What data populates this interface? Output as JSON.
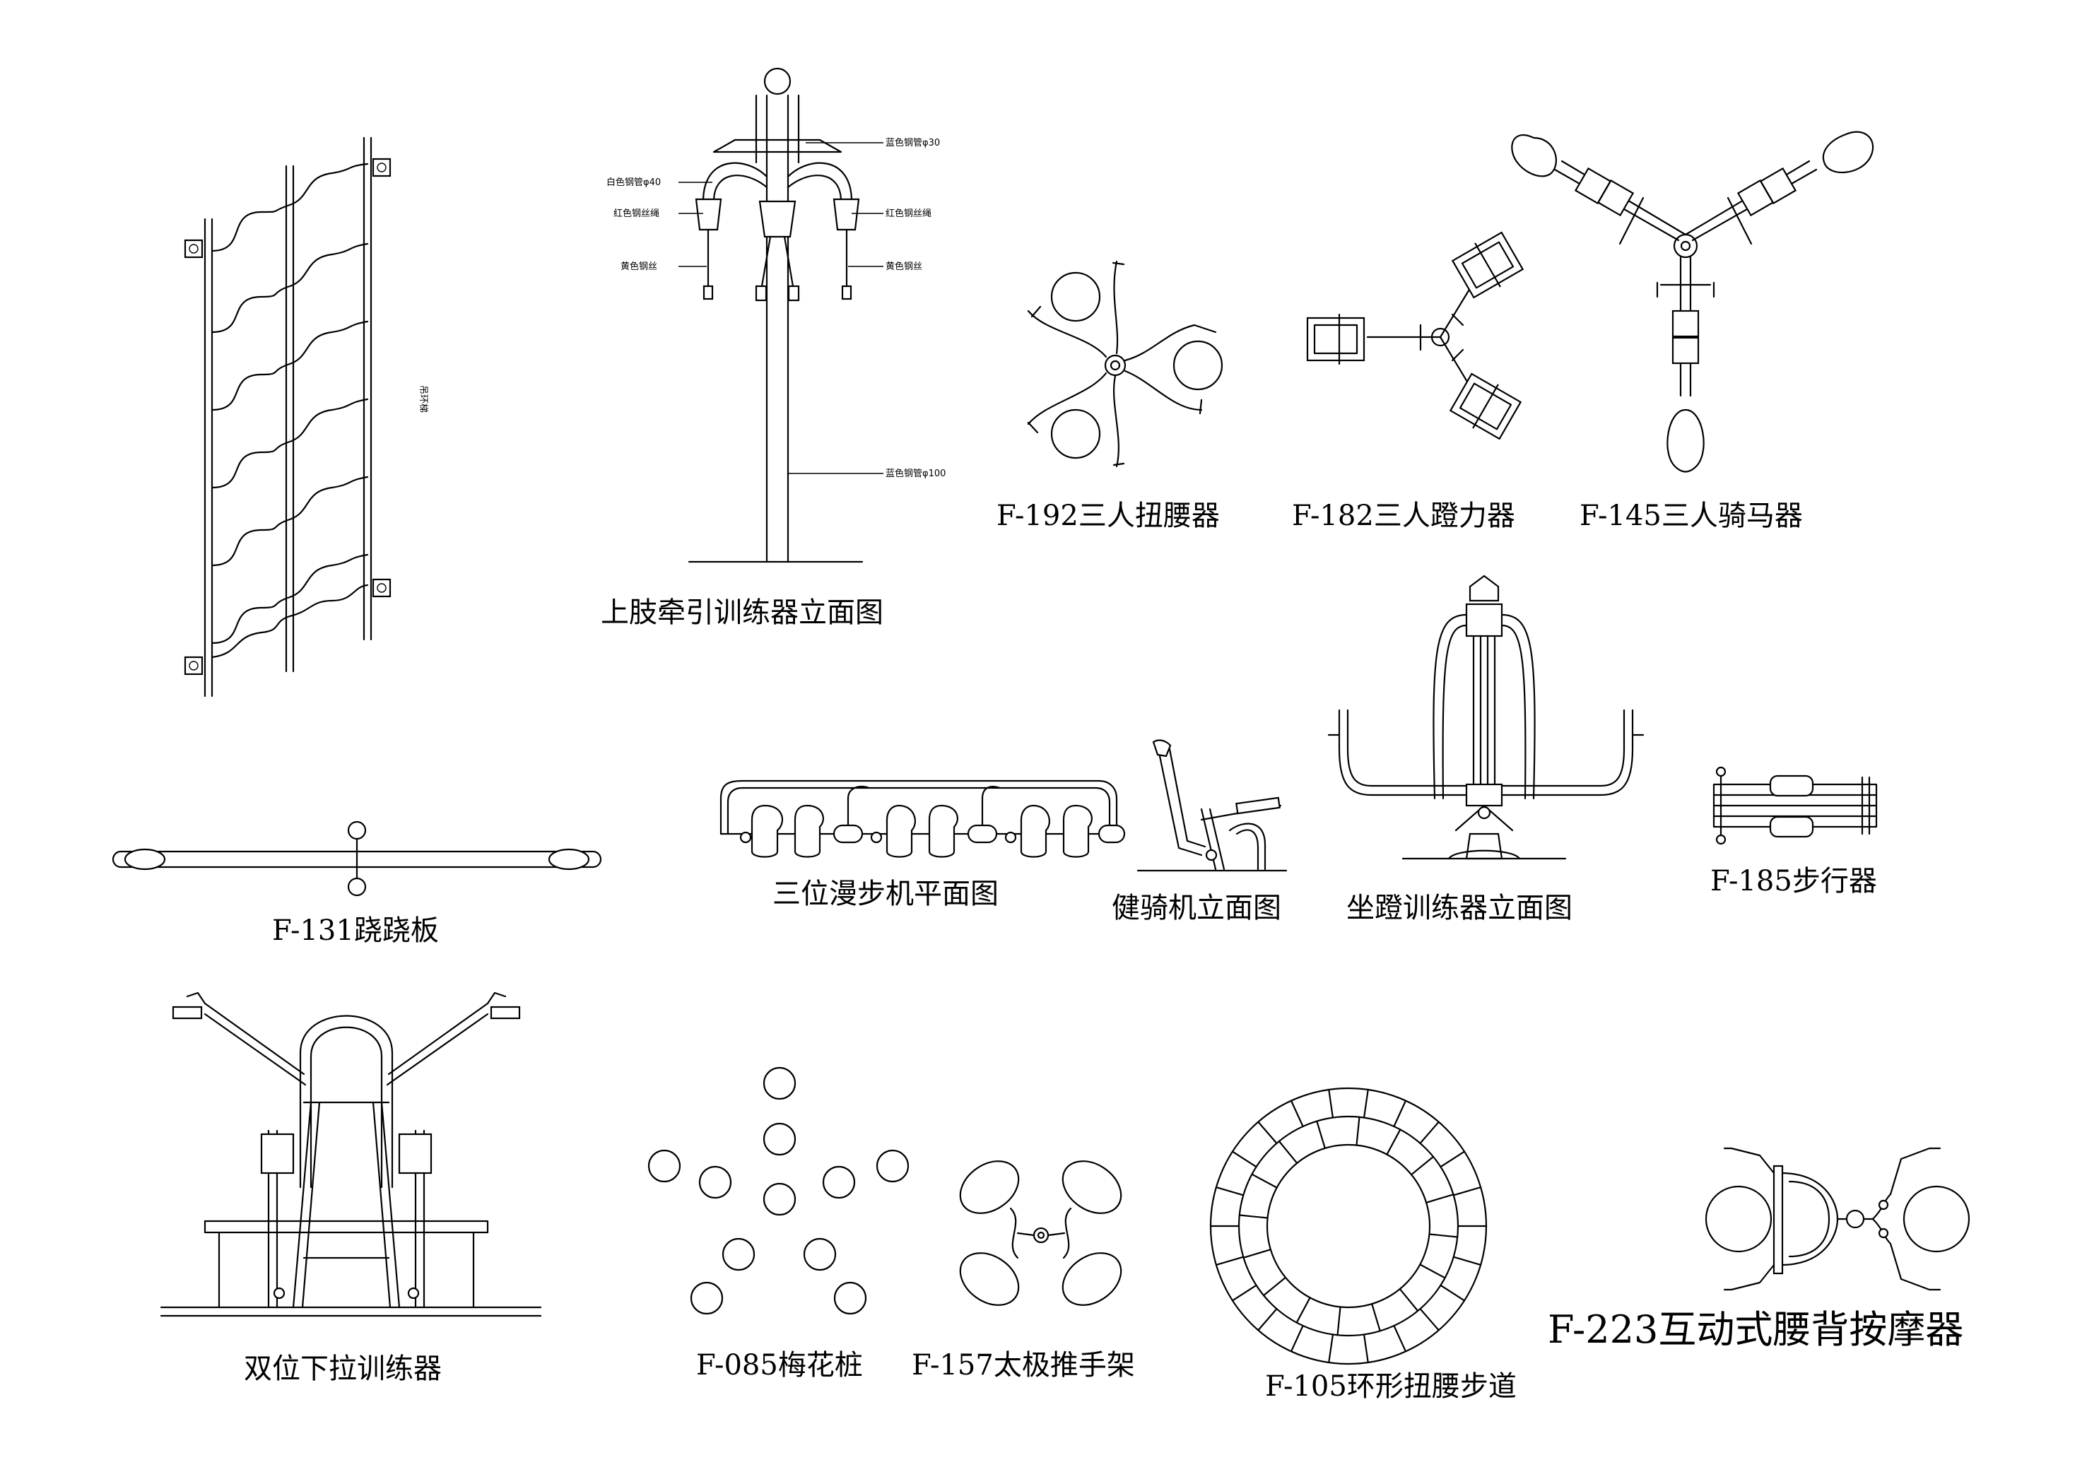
{
  "captions": {
    "ladder": "",
    "traction": "上肢牵引训练器立面图",
    "f192": "F-192三人扭腰器",
    "f182": "F-182三人蹬力器",
    "f145": "F-145三人骑马器",
    "f131": "F-131跷跷板",
    "walker3": "三位漫步机平面图",
    "rider": "健骑机立面图",
    "sitpush": "坐蹬训练器立面图",
    "f185": "F-185步行器",
    "pulldown": "双位下拉训练器",
    "f085": "F-085梅花桩",
    "f157": "F-157太极推手架",
    "f105": "F-105环形扭腰步道",
    "f223": "F-223互动式腰背按摩器"
  },
  "traction_notes": {
    "blue_30": "蓝色钢管φ30",
    "white_40": "白色钢管φ40",
    "red_left": "红色钢丝绳",
    "red_right": "红色钢丝绳",
    "yellow_left": "黄色钢丝",
    "yellow_right": "黄色钢丝",
    "blue_100": "蓝色钢管φ100"
  },
  "ladder_note": "吊环梯"
}
